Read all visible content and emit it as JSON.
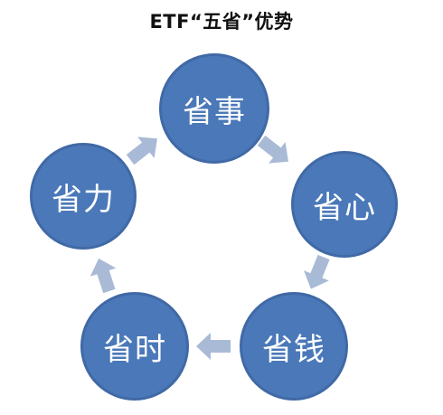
{
  "title": "ETF“五省”优势",
  "colors": {
    "node_fill": "#4a78b8",
    "node_border": "#4069a6",
    "node_text": "#ffffff",
    "arrow": "#a9bad6"
  },
  "nodes": [
    {
      "id": "shengshi",
      "label": "省事"
    },
    {
      "id": "shengxin",
      "label": "省心"
    },
    {
      "id": "shengqian",
      "label": "省钱"
    },
    {
      "id": "shengshi2",
      "label": "省时"
    },
    {
      "id": "shengli",
      "label": "省力"
    }
  ]
}
